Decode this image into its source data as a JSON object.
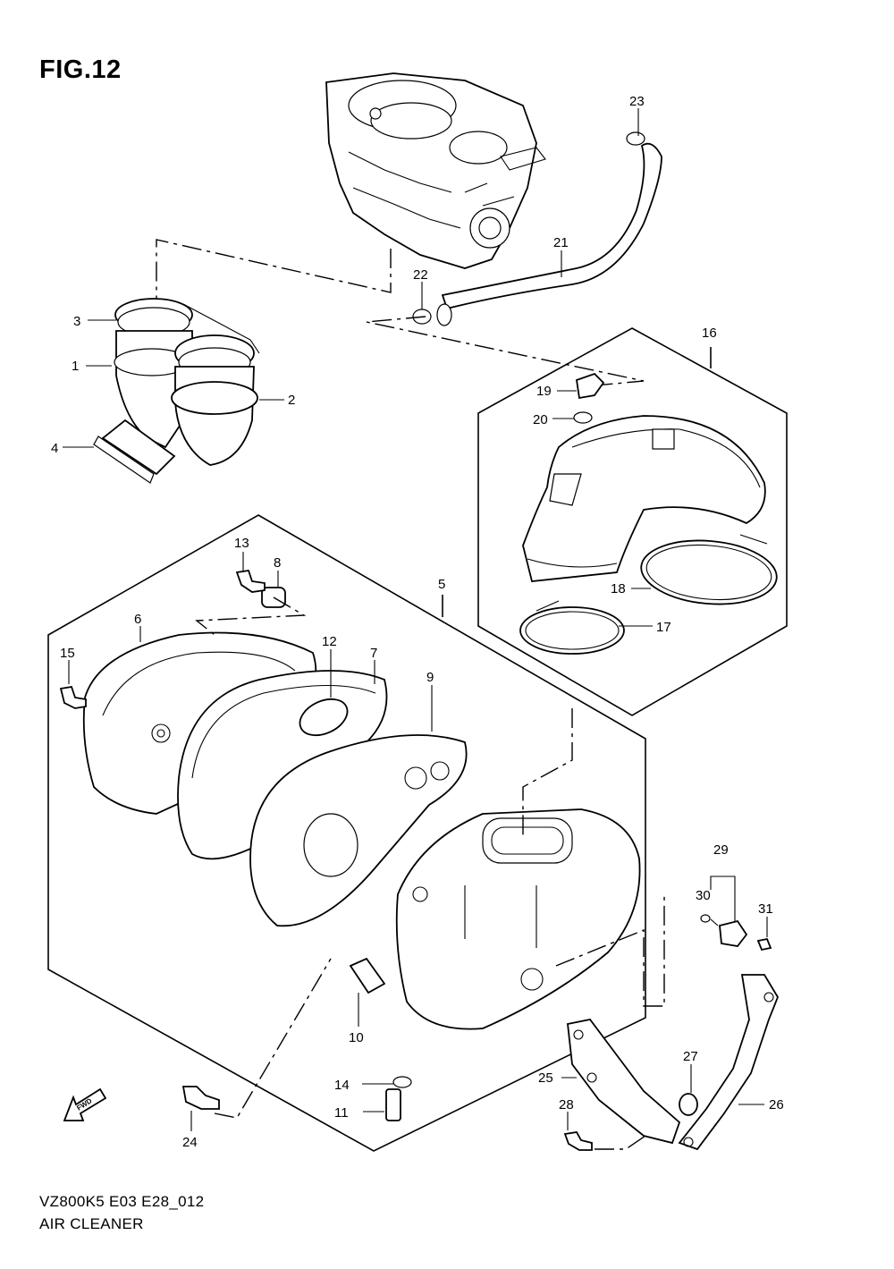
{
  "figure": {
    "title": "FIG.12",
    "model_code": "VZ800K5 E03 E28_012",
    "section_name": "AIR CLEANER",
    "direction_label": "FWD"
  },
  "callouts": [
    "1",
    "2",
    "3",
    "4",
    "5",
    "6",
    "7",
    "8",
    "9",
    "10",
    "11",
    "12",
    "13",
    "14",
    "15",
    "16",
    "17",
    "18",
    "19",
    "20",
    "21",
    "22",
    "23",
    "24",
    "25",
    "26",
    "27",
    "28",
    "29",
    "30",
    "31"
  ]
}
